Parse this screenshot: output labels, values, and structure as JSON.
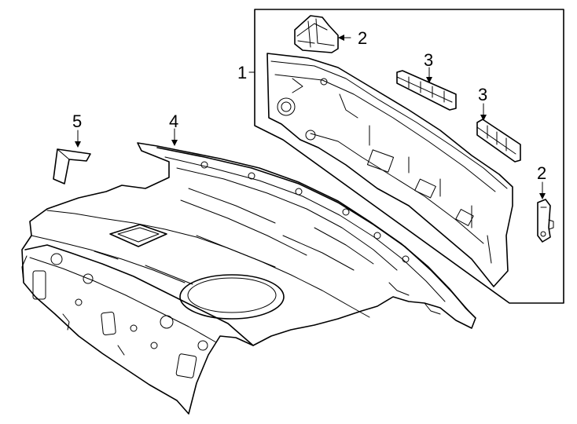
{
  "callouts": {
    "c1": "1",
    "c2_top": "2",
    "c2_right": "2",
    "c3_left": "3",
    "c3_right": "3",
    "c4": "4",
    "c5": "5"
  },
  "colors": {
    "line": "#000000",
    "background": "#ffffff"
  }
}
